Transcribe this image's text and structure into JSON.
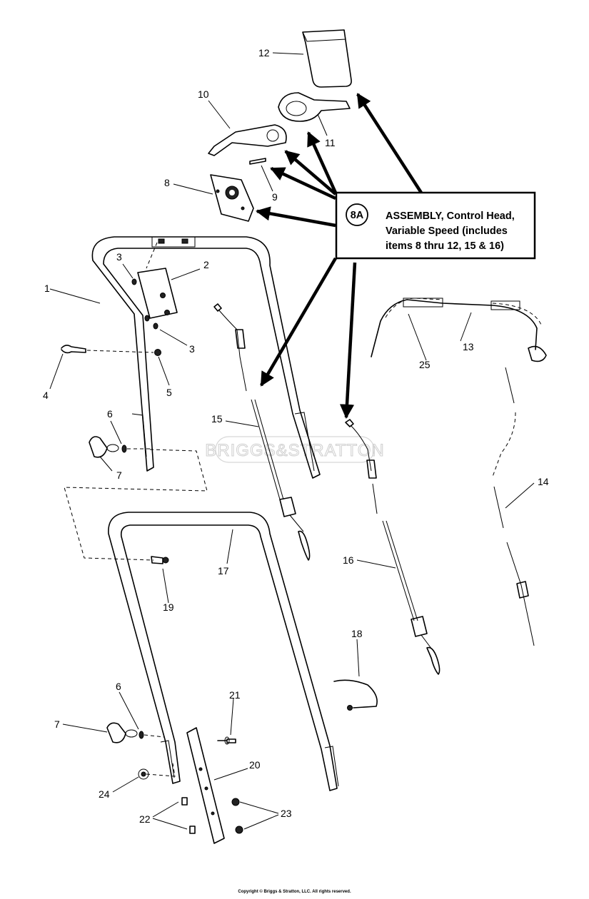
{
  "callout": {
    "id": "8A",
    "line1": "ASSEMBLY, Control Head,",
    "line2": "Variable Speed (includes",
    "line3": "items 8 thru 12, 15 & 16)"
  },
  "labels": {
    "p1": "1",
    "p2": "2",
    "p3a": "3",
    "p3b": "3",
    "p4": "4",
    "p5": "5",
    "p6a": "6",
    "p6b": "6",
    "p7a": "7",
    "p7b": "7",
    "p8": "8",
    "p9": "9",
    "p10": "10",
    "p11": "11",
    "p12": "12",
    "p13": "13",
    "p14": "14",
    "p15": "15",
    "p16": "16",
    "p17": "17",
    "p18": "18",
    "p19": "19",
    "p20": "20",
    "p21": "21",
    "p22": "22",
    "p23": "23",
    "p24": "24",
    "p25": "25"
  },
  "watermark": "BRIGGS&STRATTON",
  "copyright": "Copyright © Briggs & Stratton, LLC. All rights reserved."
}
